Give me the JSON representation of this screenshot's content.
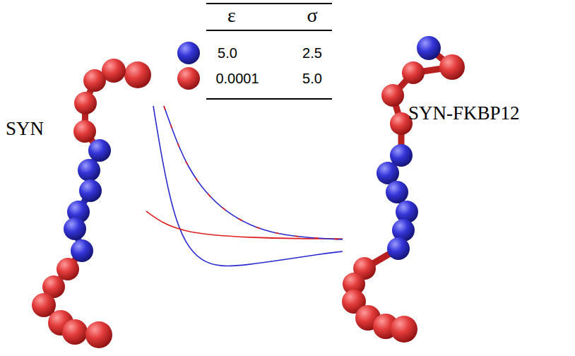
{
  "diagram": {
    "labels": [
      "SYN",
      "SYN-FKBP12",
      "ε",
      "σ",
      "5.0",
      "2.5",
      "0.0001",
      "5.0"
    ]
  }
}
